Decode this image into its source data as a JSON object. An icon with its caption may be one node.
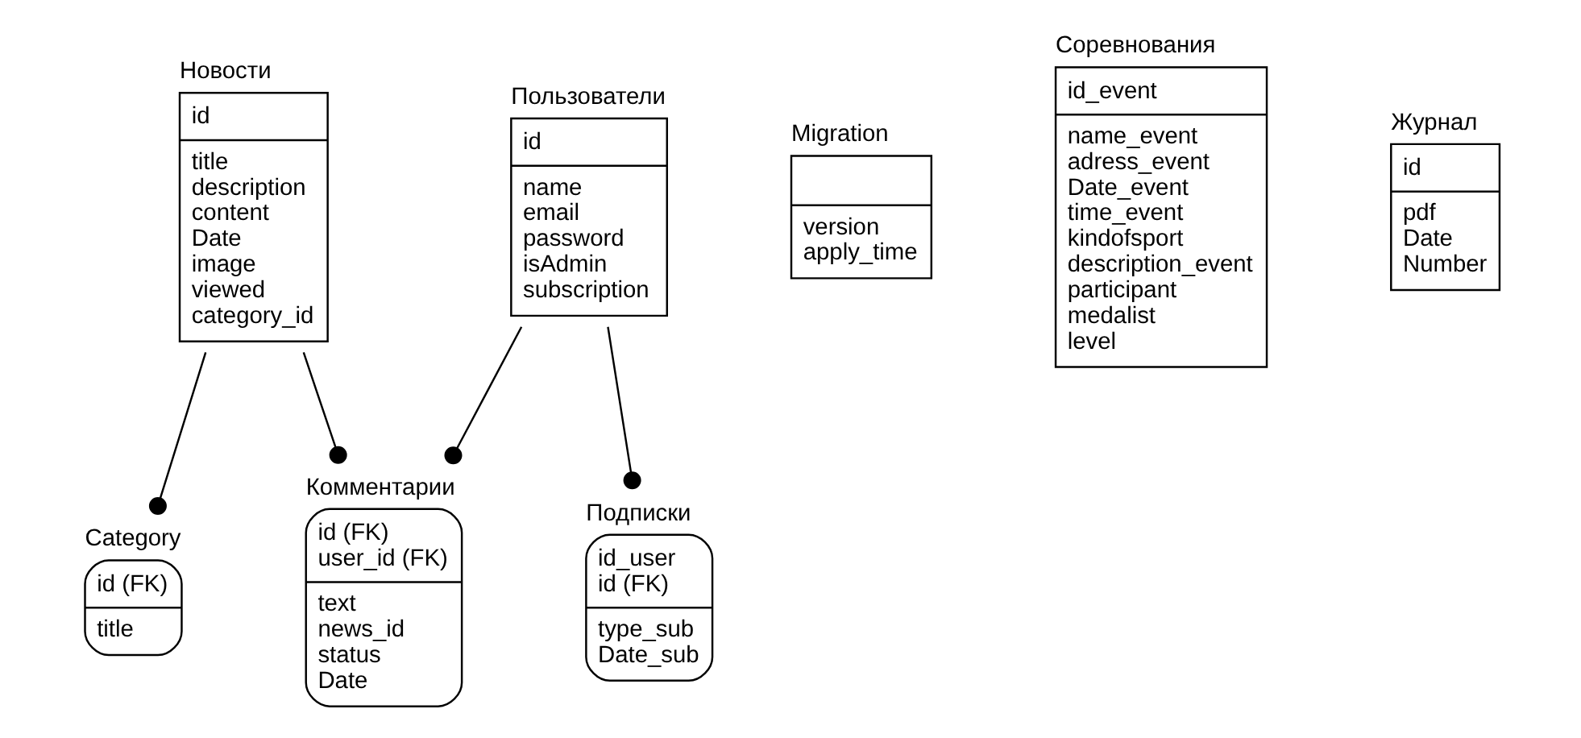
{
  "diagram": {
    "nodes": [
      {
        "text": [
          "Новости",
          "id",
          "title",
          "description",
          "content",
          "Date",
          "image",
          "viewed",
          "category_id"
        ]
      },
      {
        "text": [
          "Комментарии",
          "id (FK)",
          "user_id (FK)",
          "text",
          "news_id",
          "status",
          "Date"
        ]
      },
      {
        "text": [
          "Migration",
          "version",
          "apply_time"
        ]
      },
      {
        "text": [
          "Соревнования",
          "id_event",
          "name_event",
          "adress_event",
          "Date_event",
          "time_event",
          "kindofsport",
          "description_event",
          "participant",
          "medalist",
          "level"
        ]
      },
      {
        "text": [
          "Журнал",
          "id",
          "pdf",
          "Date",
          "Number"
        ]
      },
      {
        "text": [
          "Пользователи",
          "id",
          "name",
          "email",
          "password",
          "isAdmin",
          "subscription"
        ]
      },
      {
        "text": [
          "Category",
          "id (FK)",
          "title"
        ]
      },
      {
        "text": [
          "Подписки",
          "id_user",
          "id (FK)",
          "type_sub",
          "Date_sub"
        ]
      }
    ],
    "edges": [
      {
        "from": 0,
        "to": 1,
        "arrow": "other"
      },
      {
        "from": 5,
        "to": 1,
        "arrow": "other"
      },
      {
        "from": 0,
        "to": 6,
        "arrow": "other"
      },
      {
        "from": 5,
        "to": 7,
        "arrow": "other"
      }
    ]
  }
}
